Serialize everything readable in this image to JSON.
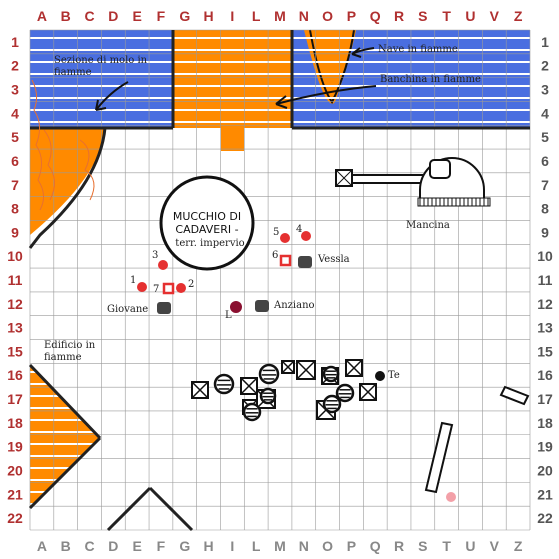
{
  "columns": [
    "A",
    "B",
    "C",
    "D",
    "E",
    "F",
    "G",
    "H",
    "I",
    "L",
    "M",
    "N",
    "O",
    "P",
    "Q",
    "R",
    "S",
    "T",
    "U",
    "V",
    "Z"
  ],
  "rows": [
    "1",
    "2",
    "3",
    "4",
    "5",
    "6",
    "7",
    "8",
    "9",
    "10",
    "11",
    "12",
    "13",
    "15",
    "16",
    "17",
    "18",
    "19",
    "20",
    "21",
    "22"
  ],
  "colors": {
    "water": "#4a6ee0",
    "fire": "#ff8a00",
    "grid": "#9a9a9a",
    "label_top": "#b03030",
    "label_side": "#b03030",
    "label_bottom": "#888888",
    "ally": "#e53030",
    "enemy": "#444444",
    "leader": "#8a1030",
    "unknown": "#f3a0a8",
    "thick": "#222222"
  },
  "labels": {
    "molo": "Sezione di molo in fiamme",
    "molo_l1": "Sezione di molo in",
    "molo_l2": "fiamme",
    "nave": "Nave in fiamme",
    "banchina": "Banchina in fiamme",
    "mancina": "Mancina",
    "mucchio_l1": "MUCCHIO DI",
    "mucchio_l2": "CADAVERI -",
    "mucchio_l3": "terr. impervio",
    "edificio_l1": "Edificio in",
    "edificio_l2": "fiamme",
    "vessla": "Vessla",
    "anziano": "Anziano",
    "giovane": "Giovane",
    "te": "Te",
    "n1": "1",
    "n2": "2",
    "n3": "3",
    "n4": "4",
    "n5": "5",
    "n6": "6",
    "n7": "7",
    "nl": "L"
  }
}
